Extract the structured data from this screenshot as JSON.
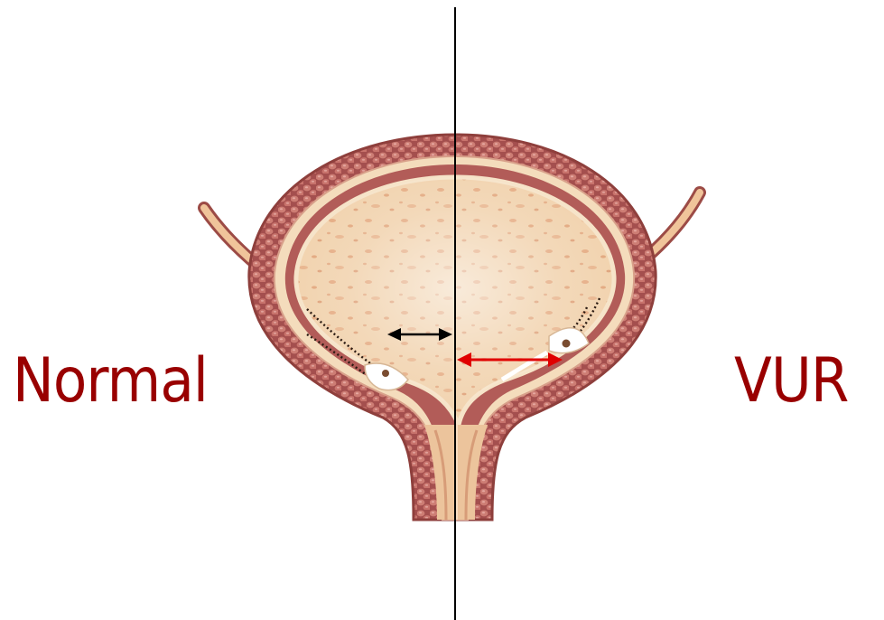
{
  "labels": {
    "left": "Normal",
    "right": "VUR"
  },
  "colors": {
    "label_text": "#990000",
    "divider": "#000000",
    "normal_arrow": "#000000",
    "vur_arrow": "#e00000",
    "muscle_wall": "#b05a58",
    "muscle_cell": "#c97670",
    "lumen": "#efcfa8",
    "mucosa_spot": "#e0a57a"
  },
  "icons": {
    "bladder": "bladder-cross-section-illustration",
    "arrow": "double-headed-arrow"
  }
}
